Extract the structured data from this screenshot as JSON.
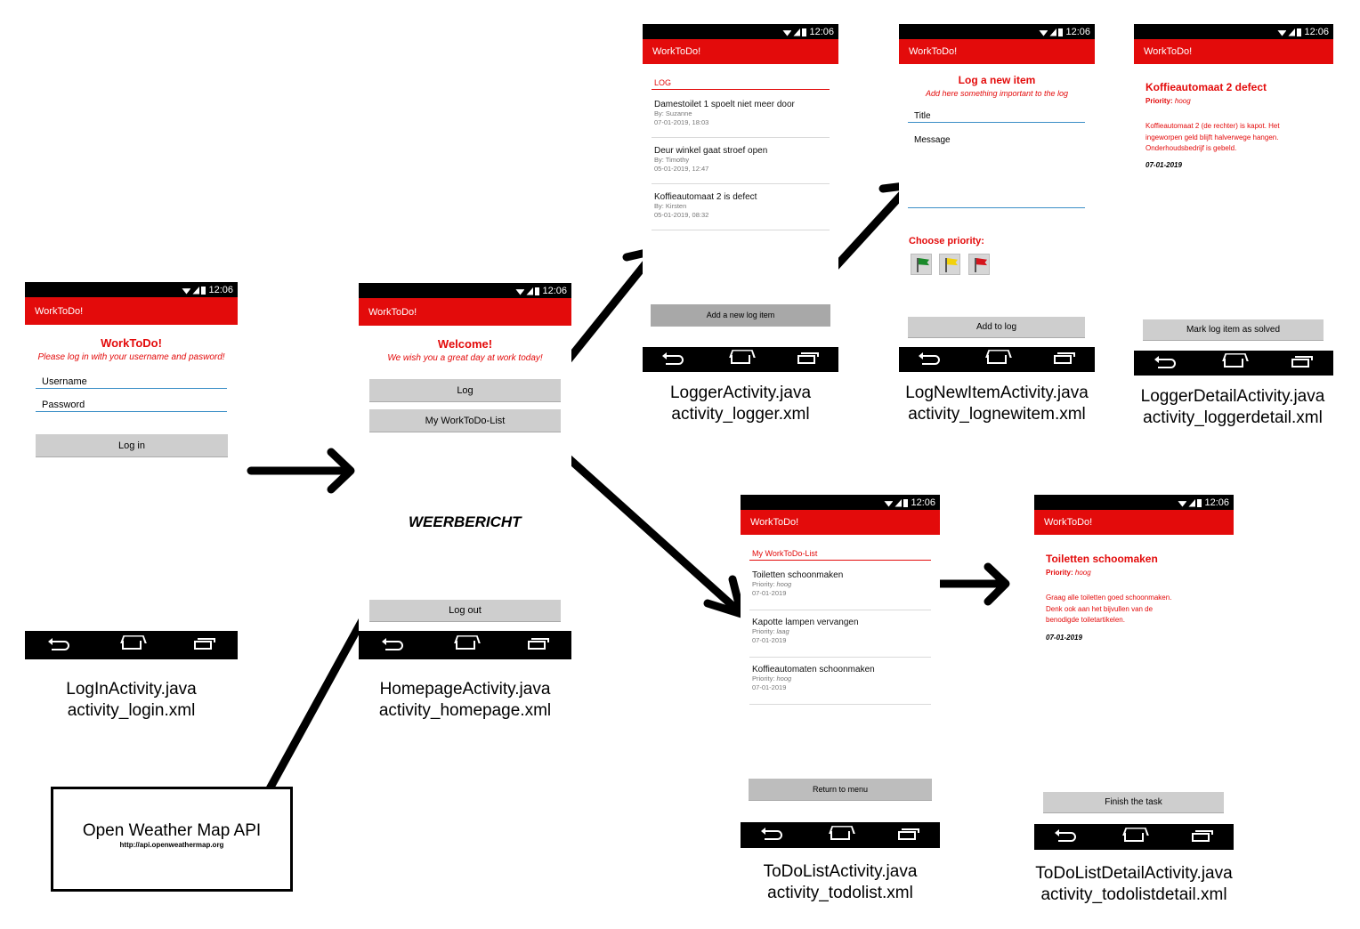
{
  "statusbar_time": "12:06",
  "app_name": "WorkToDo!",
  "login": {
    "title": "WorkToDo!",
    "subtitle": "Please log in with your username and pasword!",
    "username_label": "Username",
    "password_label": "Password",
    "login_button": "Log in",
    "caption_java": "LogInActivity.java",
    "caption_xml": "activity_login.xml"
  },
  "homepage": {
    "title": "Welcome!",
    "subtitle": "We wish you a great day at work today!",
    "log_button": "Log",
    "todo_button": "My WorkToDo-List",
    "weather_label": "WEERBERICHT",
    "logout_button": "Log out",
    "caption_java": "HomepageActivity.java",
    "caption_xml": "activity_homepage.xml"
  },
  "api": {
    "title": "Open Weather Map API",
    "url": "http://api.openweathermap.org"
  },
  "logger": {
    "section_label": "LOG",
    "items": [
      {
        "title": "Damestoilet 1 spoelt niet meer door",
        "by": "By: Suzanne",
        "date": "07-01-2019, 18:03"
      },
      {
        "title": "Deur winkel gaat stroef open",
        "by": "By: Timothy",
        "date": "05-01-2019, 12:47"
      },
      {
        "title": "Koffieautomaat 2 is defect",
        "by": "By: Kirsten",
        "date": "05-01-2019, 08:32"
      }
    ],
    "add_button": "Add a new log item",
    "caption_java": "LoggerActivity.java",
    "caption_xml": "activity_logger.xml"
  },
  "lognew": {
    "title": "Log a new item",
    "subtitle": "Add here something important to the log",
    "title_label": "Title",
    "message_label": "Message",
    "priority_label": "Choose priority:",
    "flags": [
      "#1a8a2a",
      "#f2d10a",
      "#d4141c"
    ],
    "add_button": "Add to log",
    "caption_java": "LogNewItemActivity.java",
    "caption_xml": "activity_lognewitem.xml"
  },
  "loggerdetail": {
    "title": "Koffieautomaat 2 defect",
    "priority_label": "Priority:",
    "priority_value": "hoog",
    "body": [
      "Koffieautomaat 2 (de rechter) is kapot. Het",
      "ingeworpen geld blijft halverwege hangen.",
      "Onderhoudsbedrijf is gebeld."
    ],
    "date": "07-01-2019",
    "button": "Mark log item as solved",
    "caption_java": "LoggerDetailActivity.java",
    "caption_xml": "activity_loggerdetail.xml"
  },
  "todolist": {
    "section_label": "My WorkToDo-List",
    "items": [
      {
        "title": "Toiletten schoonmaken",
        "priority_label": "Priority:",
        "priority": "hoog",
        "date": "07-01-2019"
      },
      {
        "title": "Kapotte lampen vervangen",
        "priority_label": "Priority:",
        "priority": "laag",
        "date": "07-01-2019"
      },
      {
        "title": "Koffieautomaten schoonmaken",
        "priority_label": "Priority:",
        "priority": "hoog",
        "date": "07-01-2019"
      }
    ],
    "return_button": "Return to menu",
    "caption_java": "ToDoListActivity.java",
    "caption_xml": "activity_todolist.xml"
  },
  "tododetail": {
    "title": "Toiletten schoomaken",
    "priority_label": "Priority:",
    "priority_value": "hoog",
    "body": [
      "Graag alle toiletten goed schoonmaken.",
      "Denk ook aan het bijvullen van de",
      "benodigde toiletartikelen."
    ],
    "date": "07-01-2019",
    "button": "Finish the task",
    "caption_java": "ToDoListDetailActivity.java",
    "caption_xml": "activity_todolistdetail.xml"
  }
}
